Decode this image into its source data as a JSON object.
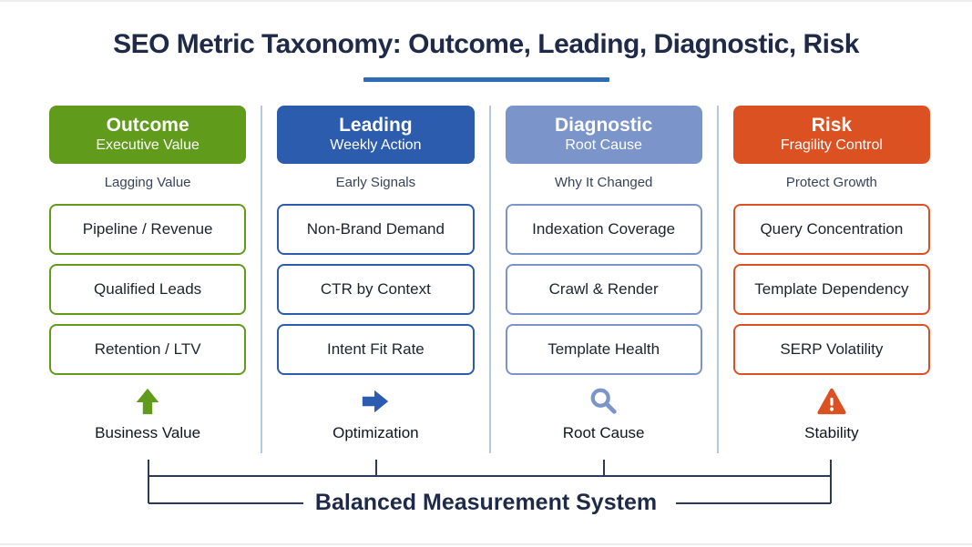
{
  "page": {
    "title": "SEO Metric Taxonomy: Outcome, Leading, Diagnostic, Risk",
    "footer": "Balanced Measurement System"
  },
  "colors": {
    "title_text": "#1f2a48",
    "title_underline": "#2e6cb5",
    "connector_lines": "#2d3a55",
    "column_divider": "#b6c8e0",
    "outcome_green": "#609b1b",
    "leading_blue": "#2b5cad",
    "diagnostic_light_blue": "#7b95cb",
    "risk_orange": "#dc5122"
  },
  "columns": [
    {
      "id": "outcome",
      "color": "#609b1b",
      "header": {
        "title": "Outcome",
        "subtitle": "Executive Value"
      },
      "sublabel": "Lagging Value",
      "boxes": [
        "Pipeline / Revenue",
        "Qualified Leads",
        "Retention / LTV"
      ],
      "icon": "up-arrow-icon",
      "label": "Business Value"
    },
    {
      "id": "leading",
      "color": "#2b5cad",
      "header": {
        "title": "Leading",
        "subtitle": "Weekly Action"
      },
      "sublabel": "Early Signals",
      "boxes": [
        "Non-Brand Demand",
        "CTR by Context",
        "Intent Fit Rate"
      ],
      "icon": "right-arrow-icon",
      "label": "Optimization"
    },
    {
      "id": "diagnostic",
      "color": "#7b95cb",
      "header": {
        "title": "Diagnostic",
        "subtitle": "Root Cause"
      },
      "sublabel": "Why It Changed",
      "boxes": [
        "Indexation Coverage",
        "Crawl & Render",
        "Template Health"
      ],
      "icon": "search-icon",
      "label": "Root Cause"
    },
    {
      "id": "risk",
      "color": "#dc5122",
      "header": {
        "title": "Risk",
        "subtitle": "Fragility Control"
      },
      "sublabel": "Protect Growth",
      "boxes": [
        "Query Concentration",
        "Template Dependency",
        "SERP Volatility"
      ],
      "icon": "warning-icon",
      "label": "Stability"
    }
  ]
}
